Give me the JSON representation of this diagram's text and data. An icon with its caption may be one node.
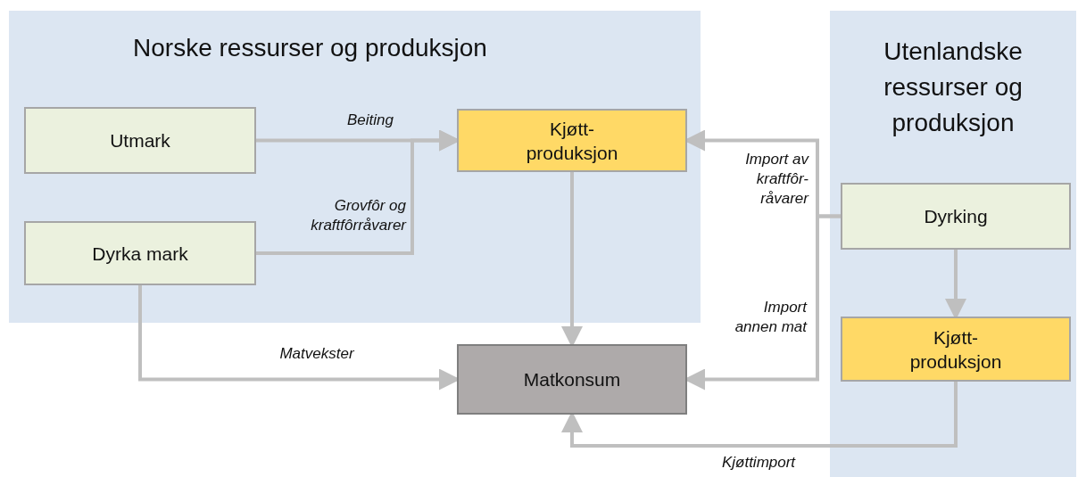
{
  "diagram": {
    "nodes": [
      {
        "text": [
          "Norske ressurser og produksjon"
        ]
      },
      {
        "text": [
          "Utenlandske ressurser og produksjon"
        ]
      },
      {
        "text": [
          "Utmark"
        ],
        "in": 0
      },
      {
        "text": [
          "Kjøtt- produksjon"
        ],
        "in": 0
      },
      {
        "text": [
          "Dyrka mark"
        ],
        "in": 0
      },
      {
        "text": [
          "Matkonsum"
        ]
      },
      {
        "text": [
          "Dyrking"
        ],
        "in": 1
      },
      {
        "text": [
          "Kjøtt- produksjon"
        ],
        "in": 1
      }
    ],
    "edges": [
      {
        "from": 2,
        "to": 3,
        "arrow": "to",
        "label": "Beiting"
      },
      {
        "from": 4,
        "to": 3,
        "arrow": "to",
        "label": "Grovfôr og kraftfôrråvarer"
      },
      {
        "from": 3,
        "to": 5,
        "arrow": "to"
      },
      {
        "from": 4,
        "to": 5,
        "arrow": "to",
        "label": "Matvekster"
      },
      {
        "from": 6,
        "to": 3,
        "arrow": "to",
        "label": "Import av kraftfôr- råvarer"
      },
      {
        "from": 6,
        "to": 5,
        "arrow": "to",
        "label": "Import annen mat"
      },
      {
        "from": 6,
        "to": 7,
        "arrow": "to"
      },
      {
        "from": 7,
        "to": 5,
        "arrow": "to",
        "label": "Kjøttimport"
      }
    ]
  }
}
